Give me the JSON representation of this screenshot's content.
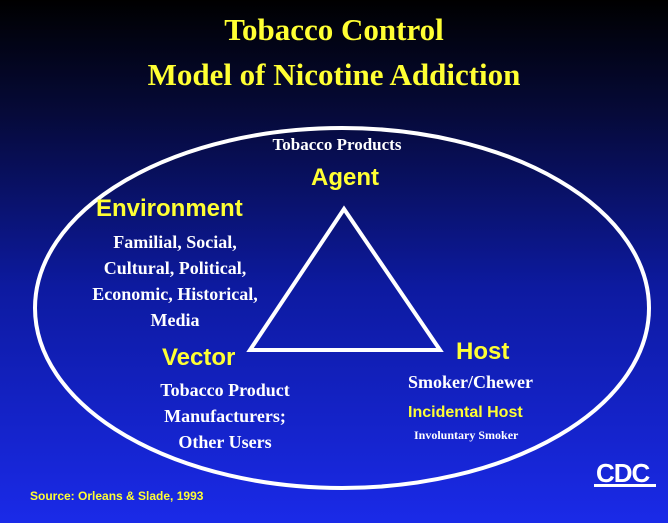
{
  "title_line1": "Tobacco Control",
  "title_line2": "Model of Nicotine Addiction",
  "agent": {
    "subtitle": "Tobacco Products",
    "label": "Agent"
  },
  "environment": {
    "label": "Environment",
    "lines": [
      "Familial, Social,",
      "Cultural, Political,",
      "Economic, Historical,",
      "Media"
    ]
  },
  "vector": {
    "label": "Vector",
    "lines": [
      "Tobacco Product",
      "Manufacturers;",
      "Other Users"
    ]
  },
  "host": {
    "label": "Host",
    "line1": "Smoker/Chewer",
    "incidental": "Incidental Host",
    "involuntary": "Involuntary Smoker"
  },
  "source": "Source: Orleans & Slade, 1993",
  "logo_text": "CDC",
  "colors": {
    "title": "#ffff33",
    "text": "#ffffff",
    "bg_top": "#000000",
    "bg_bottom": "#1a2ae8"
  }
}
